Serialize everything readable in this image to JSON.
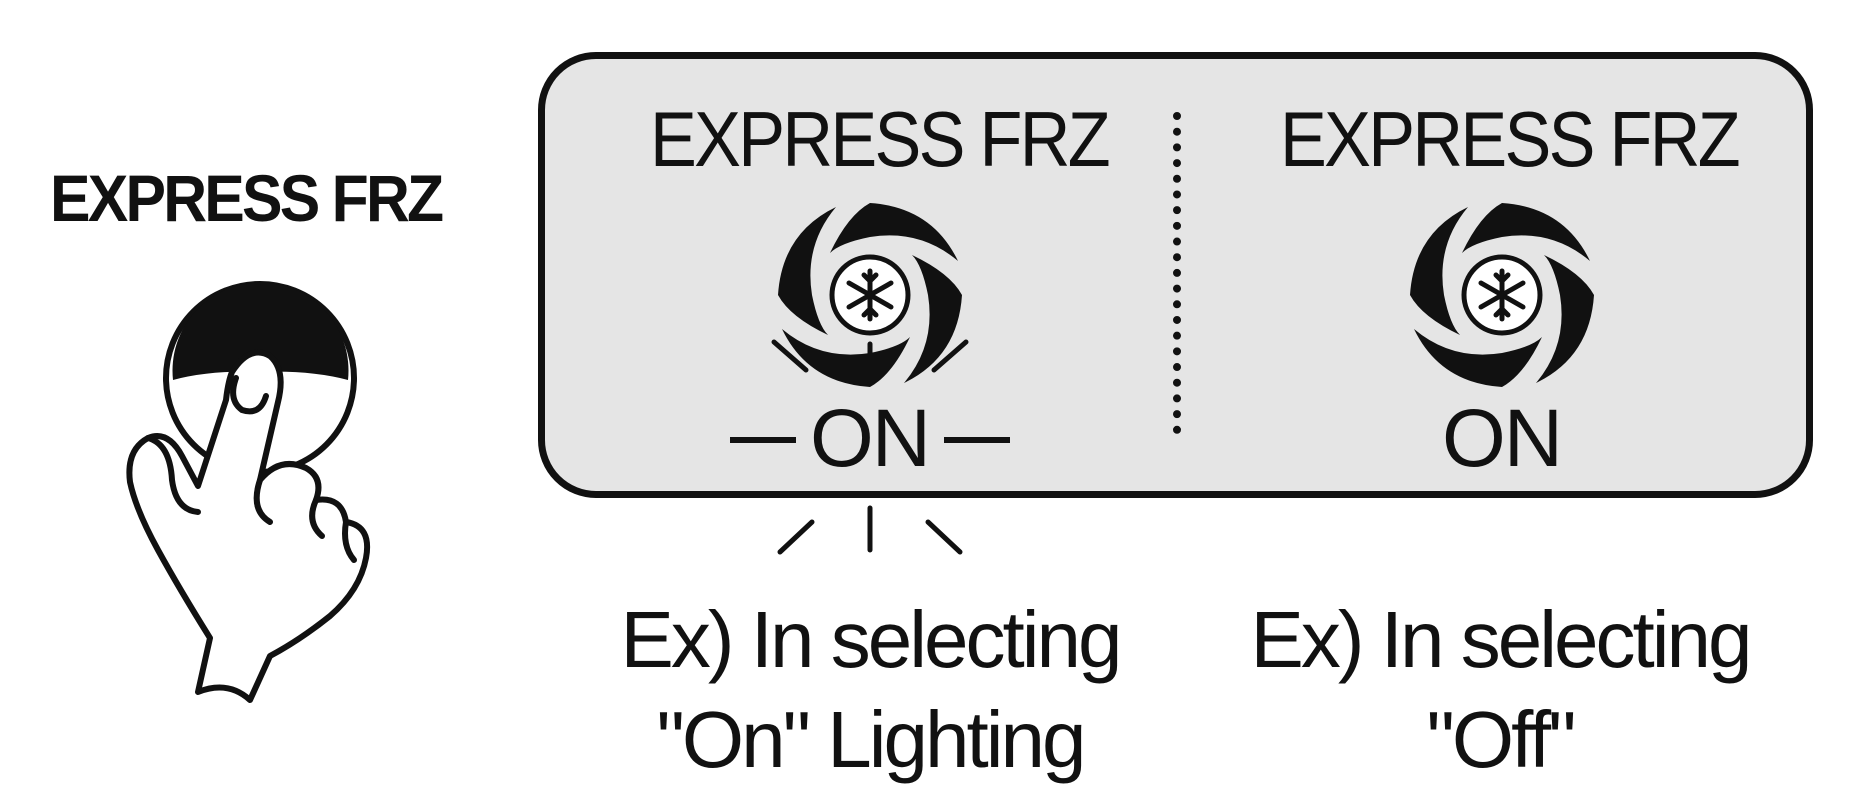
{
  "button": {
    "label": "EXPRESS FRZ"
  },
  "display": {
    "left_state": {
      "title": "EXPRESS FRZ",
      "icon": "express-freeze-fan-snowflake-icon",
      "status": "ON",
      "lit": true
    },
    "right_state": {
      "title": "EXPRESS FRZ",
      "icon": "express-freeze-fan-snowflake-icon",
      "status": "ON",
      "lit": false
    }
  },
  "captions": {
    "left_line1": "Ex) In selecting",
    "left_line2": "\"On\" Lighting",
    "right_line1": "Ex) In selecting",
    "right_line2": "\"Off\""
  },
  "colors": {
    "ink": "#111111",
    "panel": "#e5e5e5",
    "background": "#ffffff"
  }
}
